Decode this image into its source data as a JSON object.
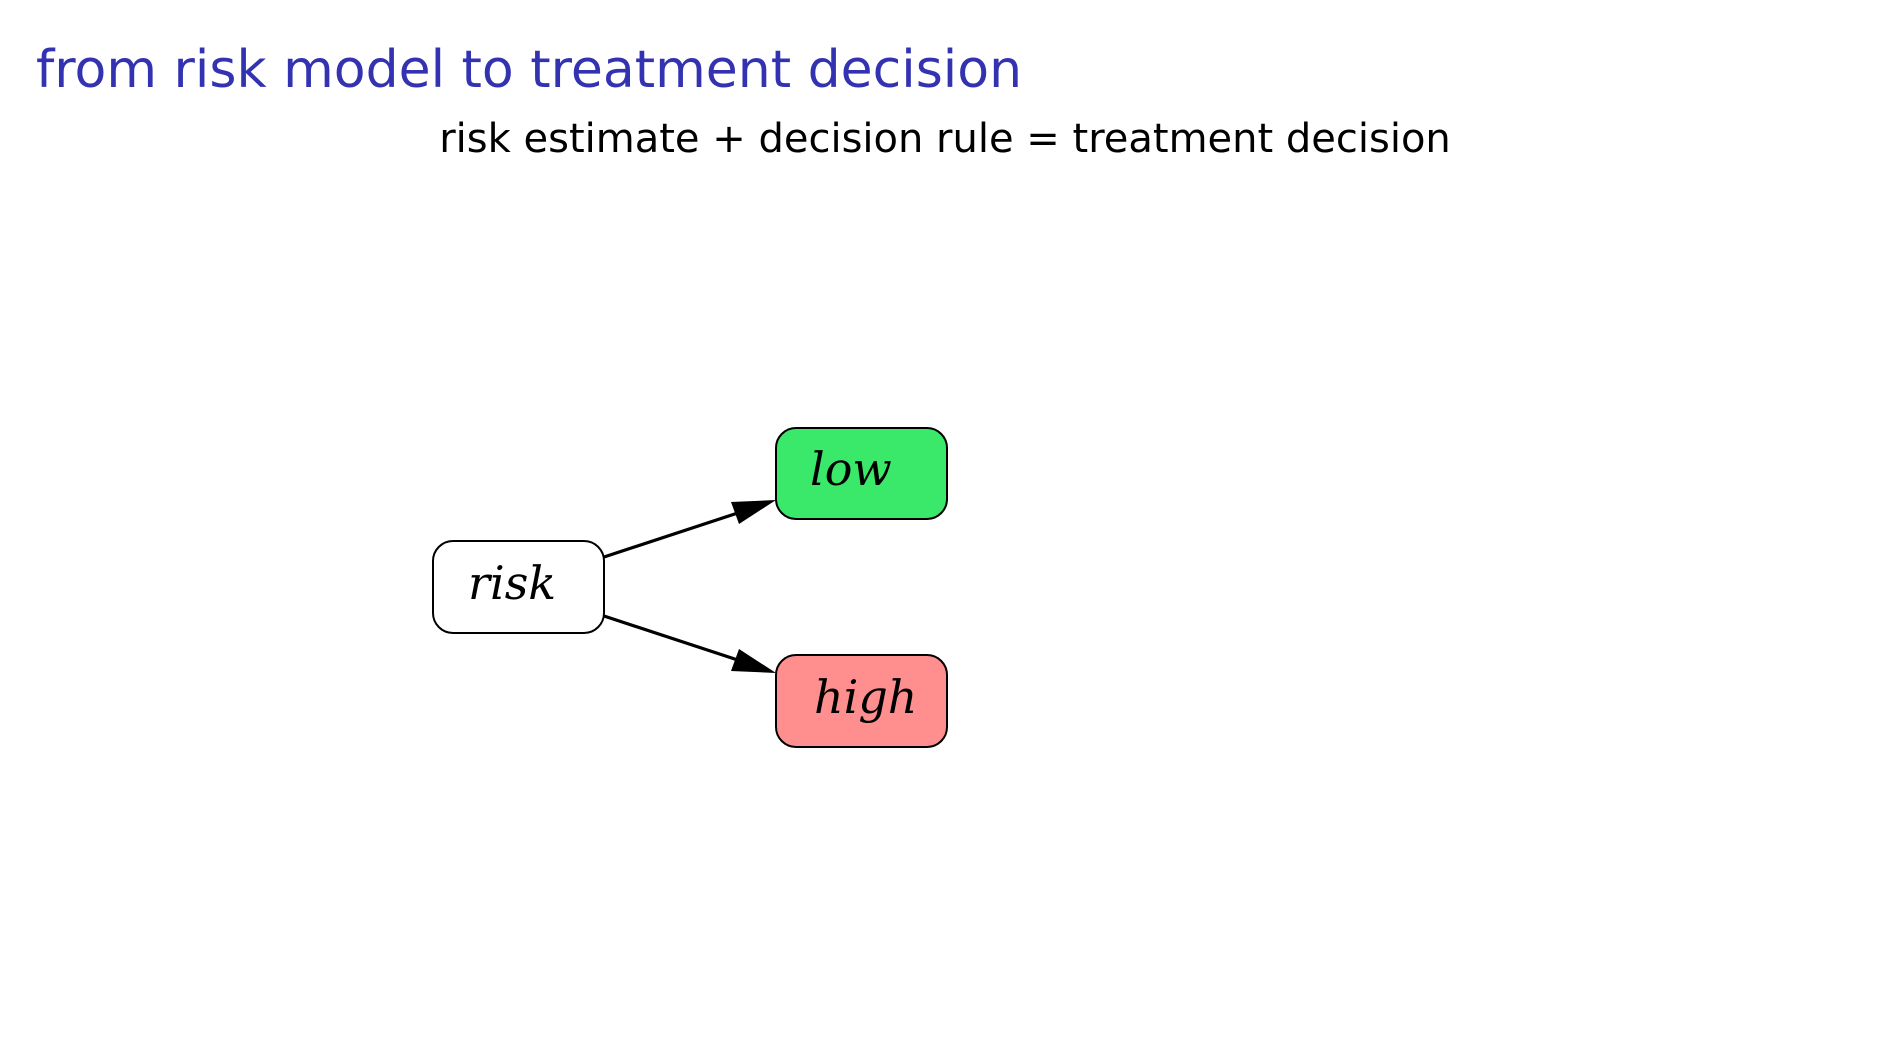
{
  "slide": {
    "title": "from risk model to treatment decision",
    "subtitle": "risk estimate + decision rule = treatment decision"
  },
  "diagram": {
    "nodes": [
      {
        "id": "risk",
        "label": "risk",
        "fill": "#ffffff"
      },
      {
        "id": "low",
        "label": "low",
        "fill": "#3ae86a"
      },
      {
        "id": "high",
        "label": "high",
        "fill": "#ff8f8f"
      }
    ],
    "edges": [
      {
        "from": "risk",
        "to": "low"
      },
      {
        "from": "risk",
        "to": "high"
      }
    ]
  },
  "colors": {
    "title": "#3333b2",
    "text": "#000000",
    "background": "#ffffff"
  }
}
